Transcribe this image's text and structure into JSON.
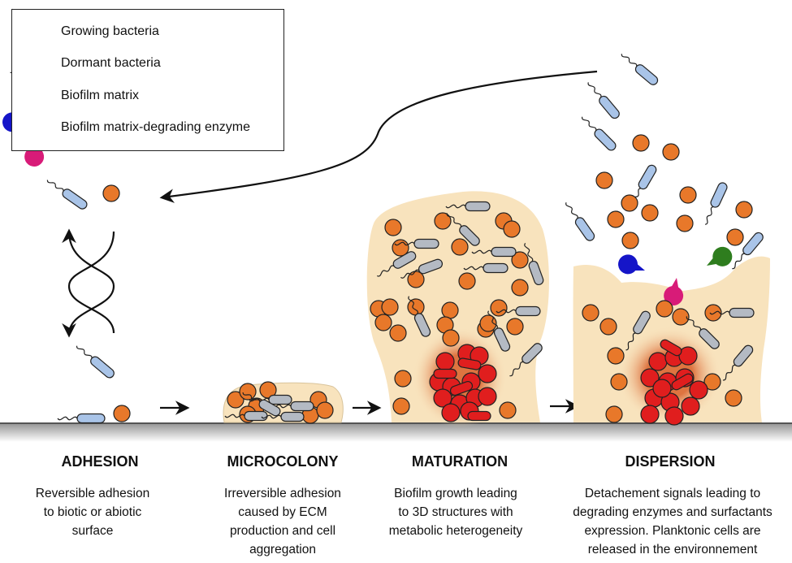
{
  "legend": {
    "items": [
      {
        "label": "Growing bacteria"
      },
      {
        "label": "Dormant bacteria"
      },
      {
        "label": "Biofilm matrix"
      },
      {
        "label": "Biofilm matrix-degrading enzyme"
      }
    ]
  },
  "colors": {
    "growing_rod": "#a9c4e8",
    "growing_cocci": "#e8782a",
    "dormant": "#e01e1e",
    "matrix": "#f8e3bd",
    "enzymes": [
      "#1515c8",
      "#d81b78",
      "#2e7d1e"
    ],
    "rod_in_matrix": "#b4bac3"
  },
  "stages": [
    {
      "title": "ADHESION",
      "description": [
        "Reversible adhesion",
        "to biotic or abiotic",
        "surface"
      ]
    },
    {
      "title": "MICROCOLONY",
      "description": [
        "Irreversible adhesion",
        "caused by ECM",
        "production and cell",
        "aggregation"
      ]
    },
    {
      "title": "MATURATION",
      "description": [
        "Biofilm growth leading",
        "to 3D structures with",
        "metabolic heterogeneity"
      ]
    },
    {
      "title": "DISPERSION",
      "description": [
        "Detachement signals leading to",
        "degrading enzymes and surfactants",
        "expression. Planktonic cells are",
        "released in the environnement"
      ]
    }
  ]
}
